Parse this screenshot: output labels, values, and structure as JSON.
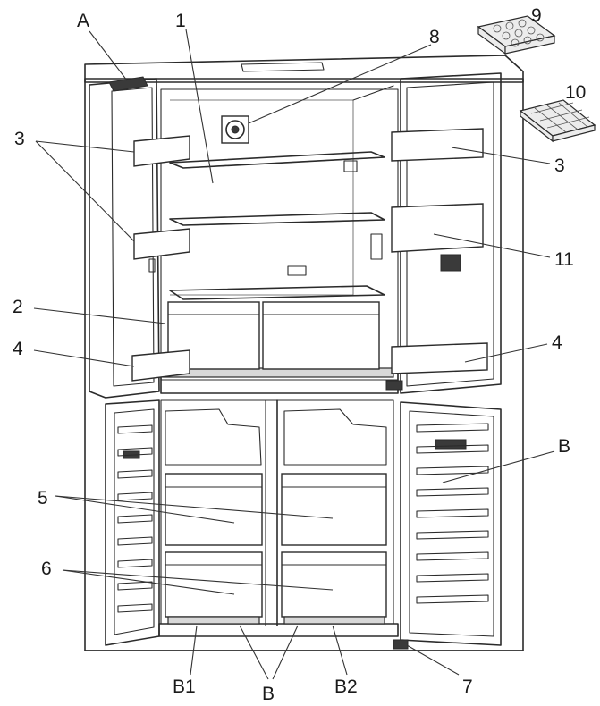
{
  "callouts": {
    "A": "A",
    "c1": "1",
    "c8": "8",
    "c9": "9",
    "c10": "10",
    "c3_left": "3",
    "c3_right": "3",
    "c11": "11",
    "c2": "2",
    "c4_left": "4",
    "c4_right": "4",
    "c5": "5",
    "c6": "6",
    "B_right": "B",
    "B1": "B1",
    "B_bottom": "B",
    "B2": "B2",
    "c7": "7"
  }
}
